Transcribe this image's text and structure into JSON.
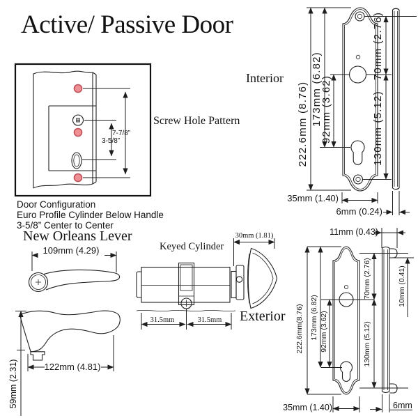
{
  "title": "Active/ Passive Door",
  "labels": {
    "interior": "Interior",
    "exterior": "Exterior",
    "screw_hole_pattern": "Screw Hole Pattern",
    "new_orleans_lever": "New Orleans Lever",
    "keyed_cylinder": "Keyed Cylinder"
  },
  "door_configuration": {
    "lines": [
      "Door Configuration",
      "Euro Profile Cylinder Below Handle",
      "3-5/8” Center to Center"
    ]
  },
  "screw_pattern": {
    "hole_span": "7-7/8”",
    "center_to_center": "3-5/8”"
  },
  "interior_plate": {
    "height": "222.6mm (8.76)",
    "top_to_cylinder": "173mm (6.82)",
    "handle_to_cylinder": "92mm (3.62)",
    "screw_to_handle": "70mm (2.76)",
    "handle_to_bottom_screw": "130mm (5.12)",
    "width": "35mm (1.40)",
    "thickness": "6mm (0.24)"
  },
  "exterior_plate": {
    "height": "222.6mm(8.76)",
    "top_to_cylinder": "173mm (6.82)",
    "handle_to_cylinder": "92mm (3.62)",
    "screw_to_handle": "70mm (2.76)",
    "handle_to_bottom_screw": "130mm (5.12)",
    "width": "35mm (1.40)",
    "thickness": "6mm",
    "side_thickness": "11mm (0.43)",
    "boss_offset": "10mm (0.41)"
  },
  "lever": {
    "length_top": "109mm (4.29)",
    "length_side": "122mm (4.81)",
    "height": "59mm (2.31)"
  },
  "cylinder": {
    "thumbturn_depth": "30mm (1.81)",
    "outside_half": "31.5mm",
    "inside_half": "31.5mm"
  },
  "colors": {
    "line": "#1e1e1e",
    "hole_marker_fill": "#ef9094",
    "hole_marker_stroke": "#c05058"
  }
}
